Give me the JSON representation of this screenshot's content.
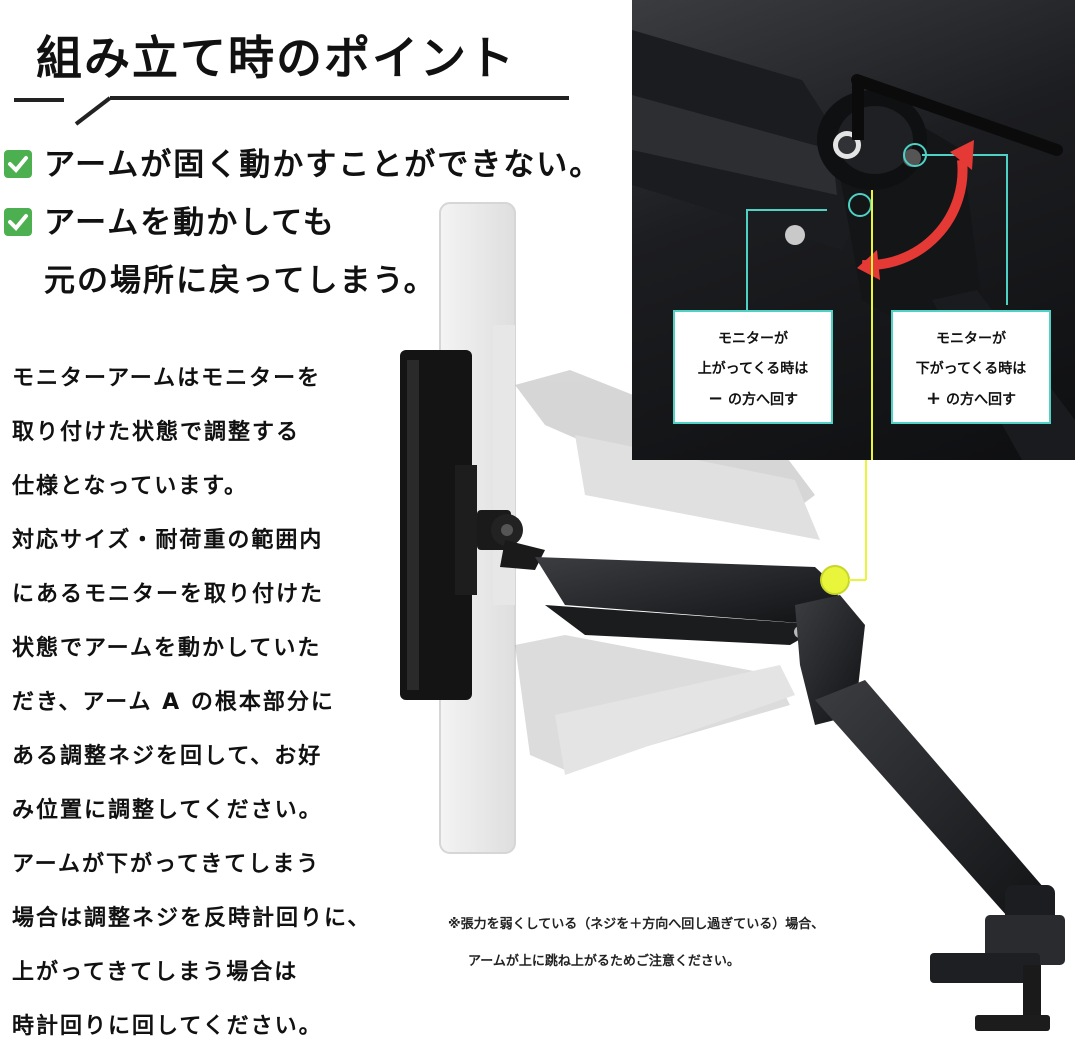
{
  "title": "組み立て時のポイント",
  "checks": [
    {
      "icon": "check-mark-icon",
      "lines": [
        "アームが固く動かすことができない。"
      ]
    },
    {
      "icon": "check-mark-icon",
      "lines": [
        "アームを動かしても",
        "元の場所に戻ってしまう。"
      ]
    }
  ],
  "body_lines": [
    "モニターアームはモニターを",
    "取り付けた状態で調整する",
    "仕様となっています。",
    "対応サイズ・耐荷重の範囲内",
    "にあるモニターを取り付けた",
    "状態でアームを動かしていた",
    "だき、アーム A の根本部分に",
    "ある調整ネジを回して、お好",
    "み位置に調整してください。",
    "アームが下がってきてしまう",
    "場合は調整ネジを反時計回りに、",
    "上がってきてしまう場合は",
    "時計回りに回してください。"
  ],
  "callout_left": {
    "lines": [
      "モニターが",
      "上がってくる時は",
      "の方へ回す"
    ],
    "symbol": "−",
    "symbol_icon": "minus-icon"
  },
  "callout_right": {
    "lines": [
      "モニターが",
      "下がってくる時は",
      "の方へ回す"
    ],
    "symbol": "+",
    "symbol_icon": "plus-icon"
  },
  "note_lines": [
    "※張力を弱くしている（ネジを＋方向へ回し過ぎている）場合、",
    "アームが上に跳ね上がるためご注意ください。"
  ],
  "colors": {
    "check_green": "#4caf50",
    "callout_border": "#4fd1c5",
    "arrow_red": "#e53935",
    "marker_yellow": "#e8f53a"
  }
}
